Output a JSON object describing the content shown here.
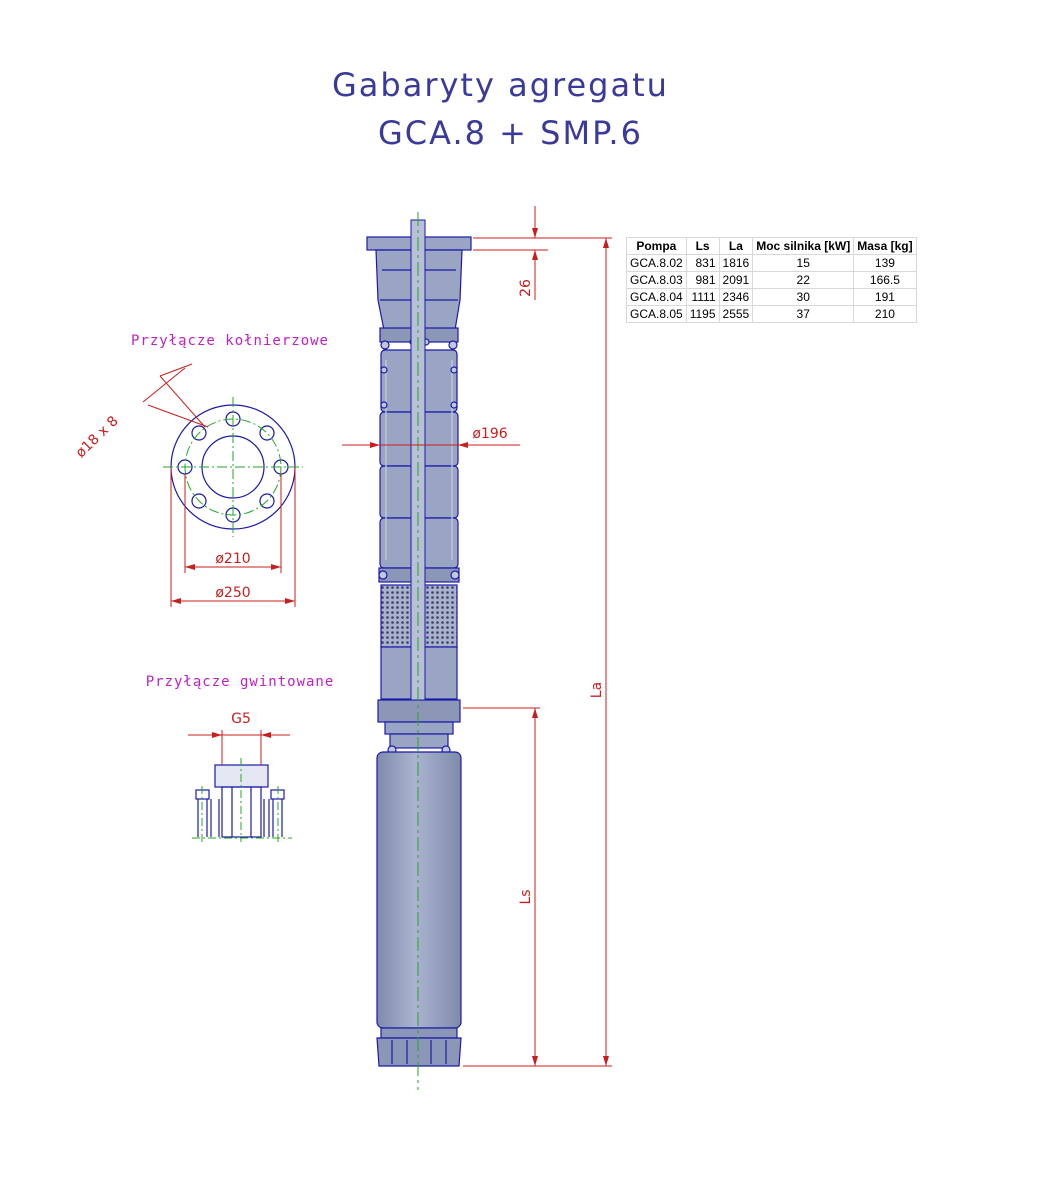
{
  "title": {
    "line1": "Gabaryty agregatu",
    "line2": "GCA.8 + SMP.6"
  },
  "labels": {
    "flange_connection": "Przyłącze kołnierzowe",
    "threaded_connection": "Przyłącze gwintowane",
    "bolt_holes": "ø18 x 8",
    "bolt_circle_diameter": "ø210",
    "flange_diameter": "ø250",
    "thread_size": "G5",
    "pump_diameter": "ø196",
    "flange_thickness": "26",
    "dim_la": "La",
    "dim_ls": "Ls"
  },
  "table": {
    "headers": [
      "Pompa",
      "Ls",
      "La",
      "Moc silnika [kW]",
      "Masa [kg]"
    ],
    "rows": [
      [
        "GCA.8.02",
        "831",
        "1816",
        "15",
        "139"
      ],
      [
        "GCA.8.03",
        "981",
        "2091",
        "22",
        "166.5"
      ],
      [
        "GCA.8.04",
        "1111",
        "2346",
        "30",
        "191"
      ],
      [
        "GCA.8.05",
        "1195",
        "2555",
        "37",
        "210"
      ]
    ]
  },
  "colors": {
    "title": "#3a3a9a",
    "outline": "#1a1aa8",
    "centerline": "#22aa22",
    "dimension": "#c81e1e",
    "section_label": "#c020c0",
    "body_fill": "#9aa5c3"
  }
}
